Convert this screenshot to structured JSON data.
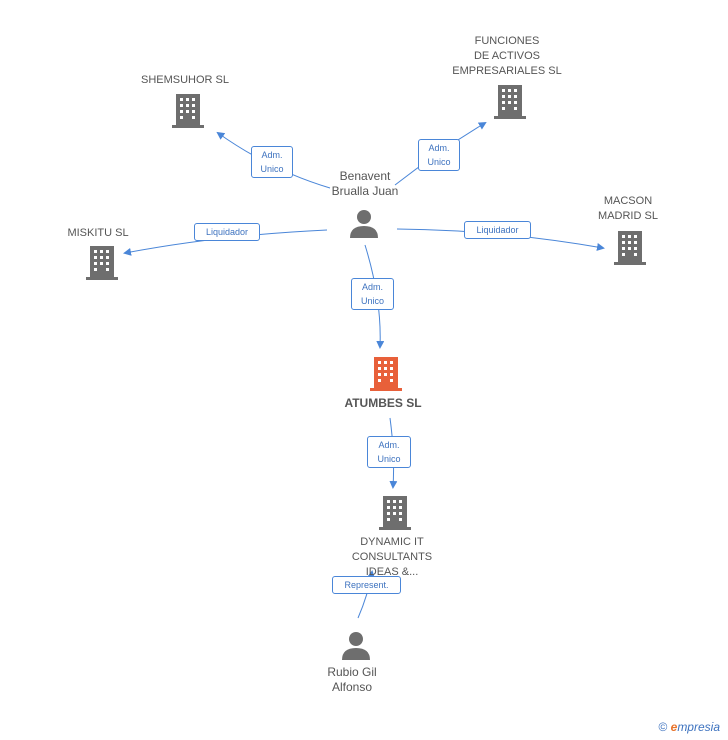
{
  "nodes": {
    "shemsuhor": {
      "label": "SHEMSUHOR SL"
    },
    "funciones": {
      "label": "FUNCIONES\nDE ACTIVOS\nEMPRESARIALES SL"
    },
    "benavent": {
      "label": "Benavent\nBrualla Juan"
    },
    "miskitu": {
      "label": "MISKITU SL"
    },
    "macson": {
      "label": "MACSON\nMADRID SL"
    },
    "atumbes": {
      "label": "ATUMBES SL"
    },
    "dynamic": {
      "label": "DYNAMIC IT\nCONSULTANTS\nIDEAS &..."
    },
    "rubio": {
      "label": "Rubio Gil\nAlfonso"
    }
  },
  "edges": {
    "benavent_shemsuhor": "Adm.\nUnico",
    "benavent_funciones": "Adm.\nUnico",
    "benavent_miskitu": "Liquidador",
    "benavent_macson": "Liquidador",
    "benavent_atumbes": "Adm.\nUnico",
    "atumbes_dynamic": "Adm.\nUnico",
    "rubio_dynamic": "Represent."
  },
  "footer": {
    "copyright": "©",
    "brand_initial": "e",
    "brand_rest": "mpresia"
  },
  "colors": {
    "building": "#6e6e6e",
    "building_main": "#e8603a",
    "edge": "#4a86d8",
    "person": "#6e6e6e"
  }
}
